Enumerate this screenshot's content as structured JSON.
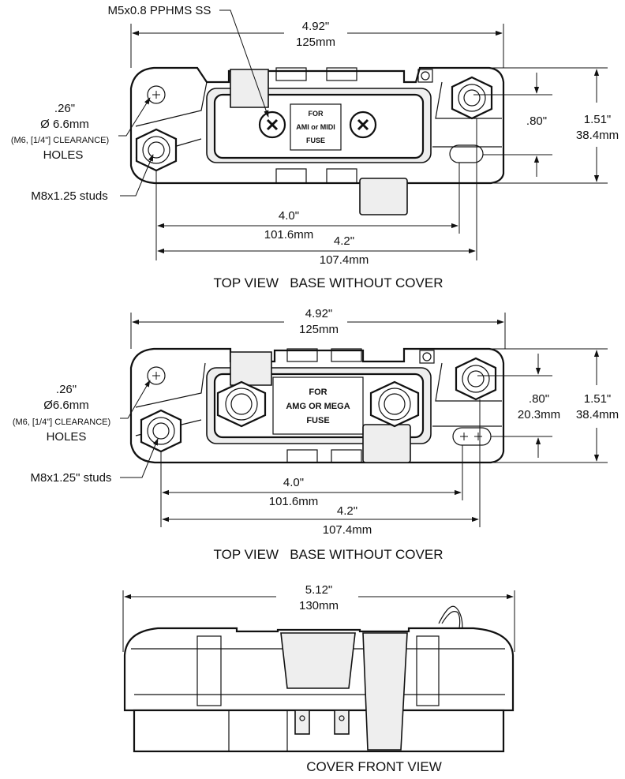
{
  "view1": {
    "screw_label": "M5x0.8 PPHMS SS",
    "width_in": "4.92\"",
    "width_mm": "125mm",
    "hole_in": ".26\"",
    "hole_mm": "Ø 6.6mm",
    "clearance": "(M6, [1/4\"] CLEARANCE)",
    "holes": "HOLES",
    "studs": "M8x1.25 studs",
    "inner_in": ".80\"",
    "height_in": "1.51\"",
    "height_mm": "38.4mm",
    "span1_in": "4.0\"",
    "span1_mm": "101.6mm",
    "span2_in": "4.2\"",
    "span2_mm": "107.4mm",
    "fuse_label": [
      "FOR",
      "AMI or MIDI",
      "FUSE"
    ],
    "caption": "TOP VIEW   BASE WITHOUT COVER"
  },
  "view2": {
    "width_in": "4.92\"",
    "width_mm": "125mm",
    "hole_in": ".26\"",
    "hole_mm": "Ø6.6mm",
    "clearance": "(M6, [1/4\"] CLEARANCE)",
    "holes": "HOLES",
    "studs": "M8x1.25\" studs",
    "inner_in": ".80\"",
    "inner_mm": "20.3mm",
    "height_in": "1.51\"",
    "height_mm": "38.4mm",
    "span1_in": "4.0\"",
    "span1_mm": "101.6mm",
    "span2_in": "4.2\"",
    "span2_mm": "107.4mm",
    "fuse_label": [
      "FOR",
      "AMG OR MEGA",
      "FUSE"
    ],
    "caption": "TOP VIEW   BASE WITHOUT COVER"
  },
  "view3": {
    "width_in": "5.12\"",
    "width_mm": "130mm",
    "caption": "COVER FRONT VIEW"
  }
}
